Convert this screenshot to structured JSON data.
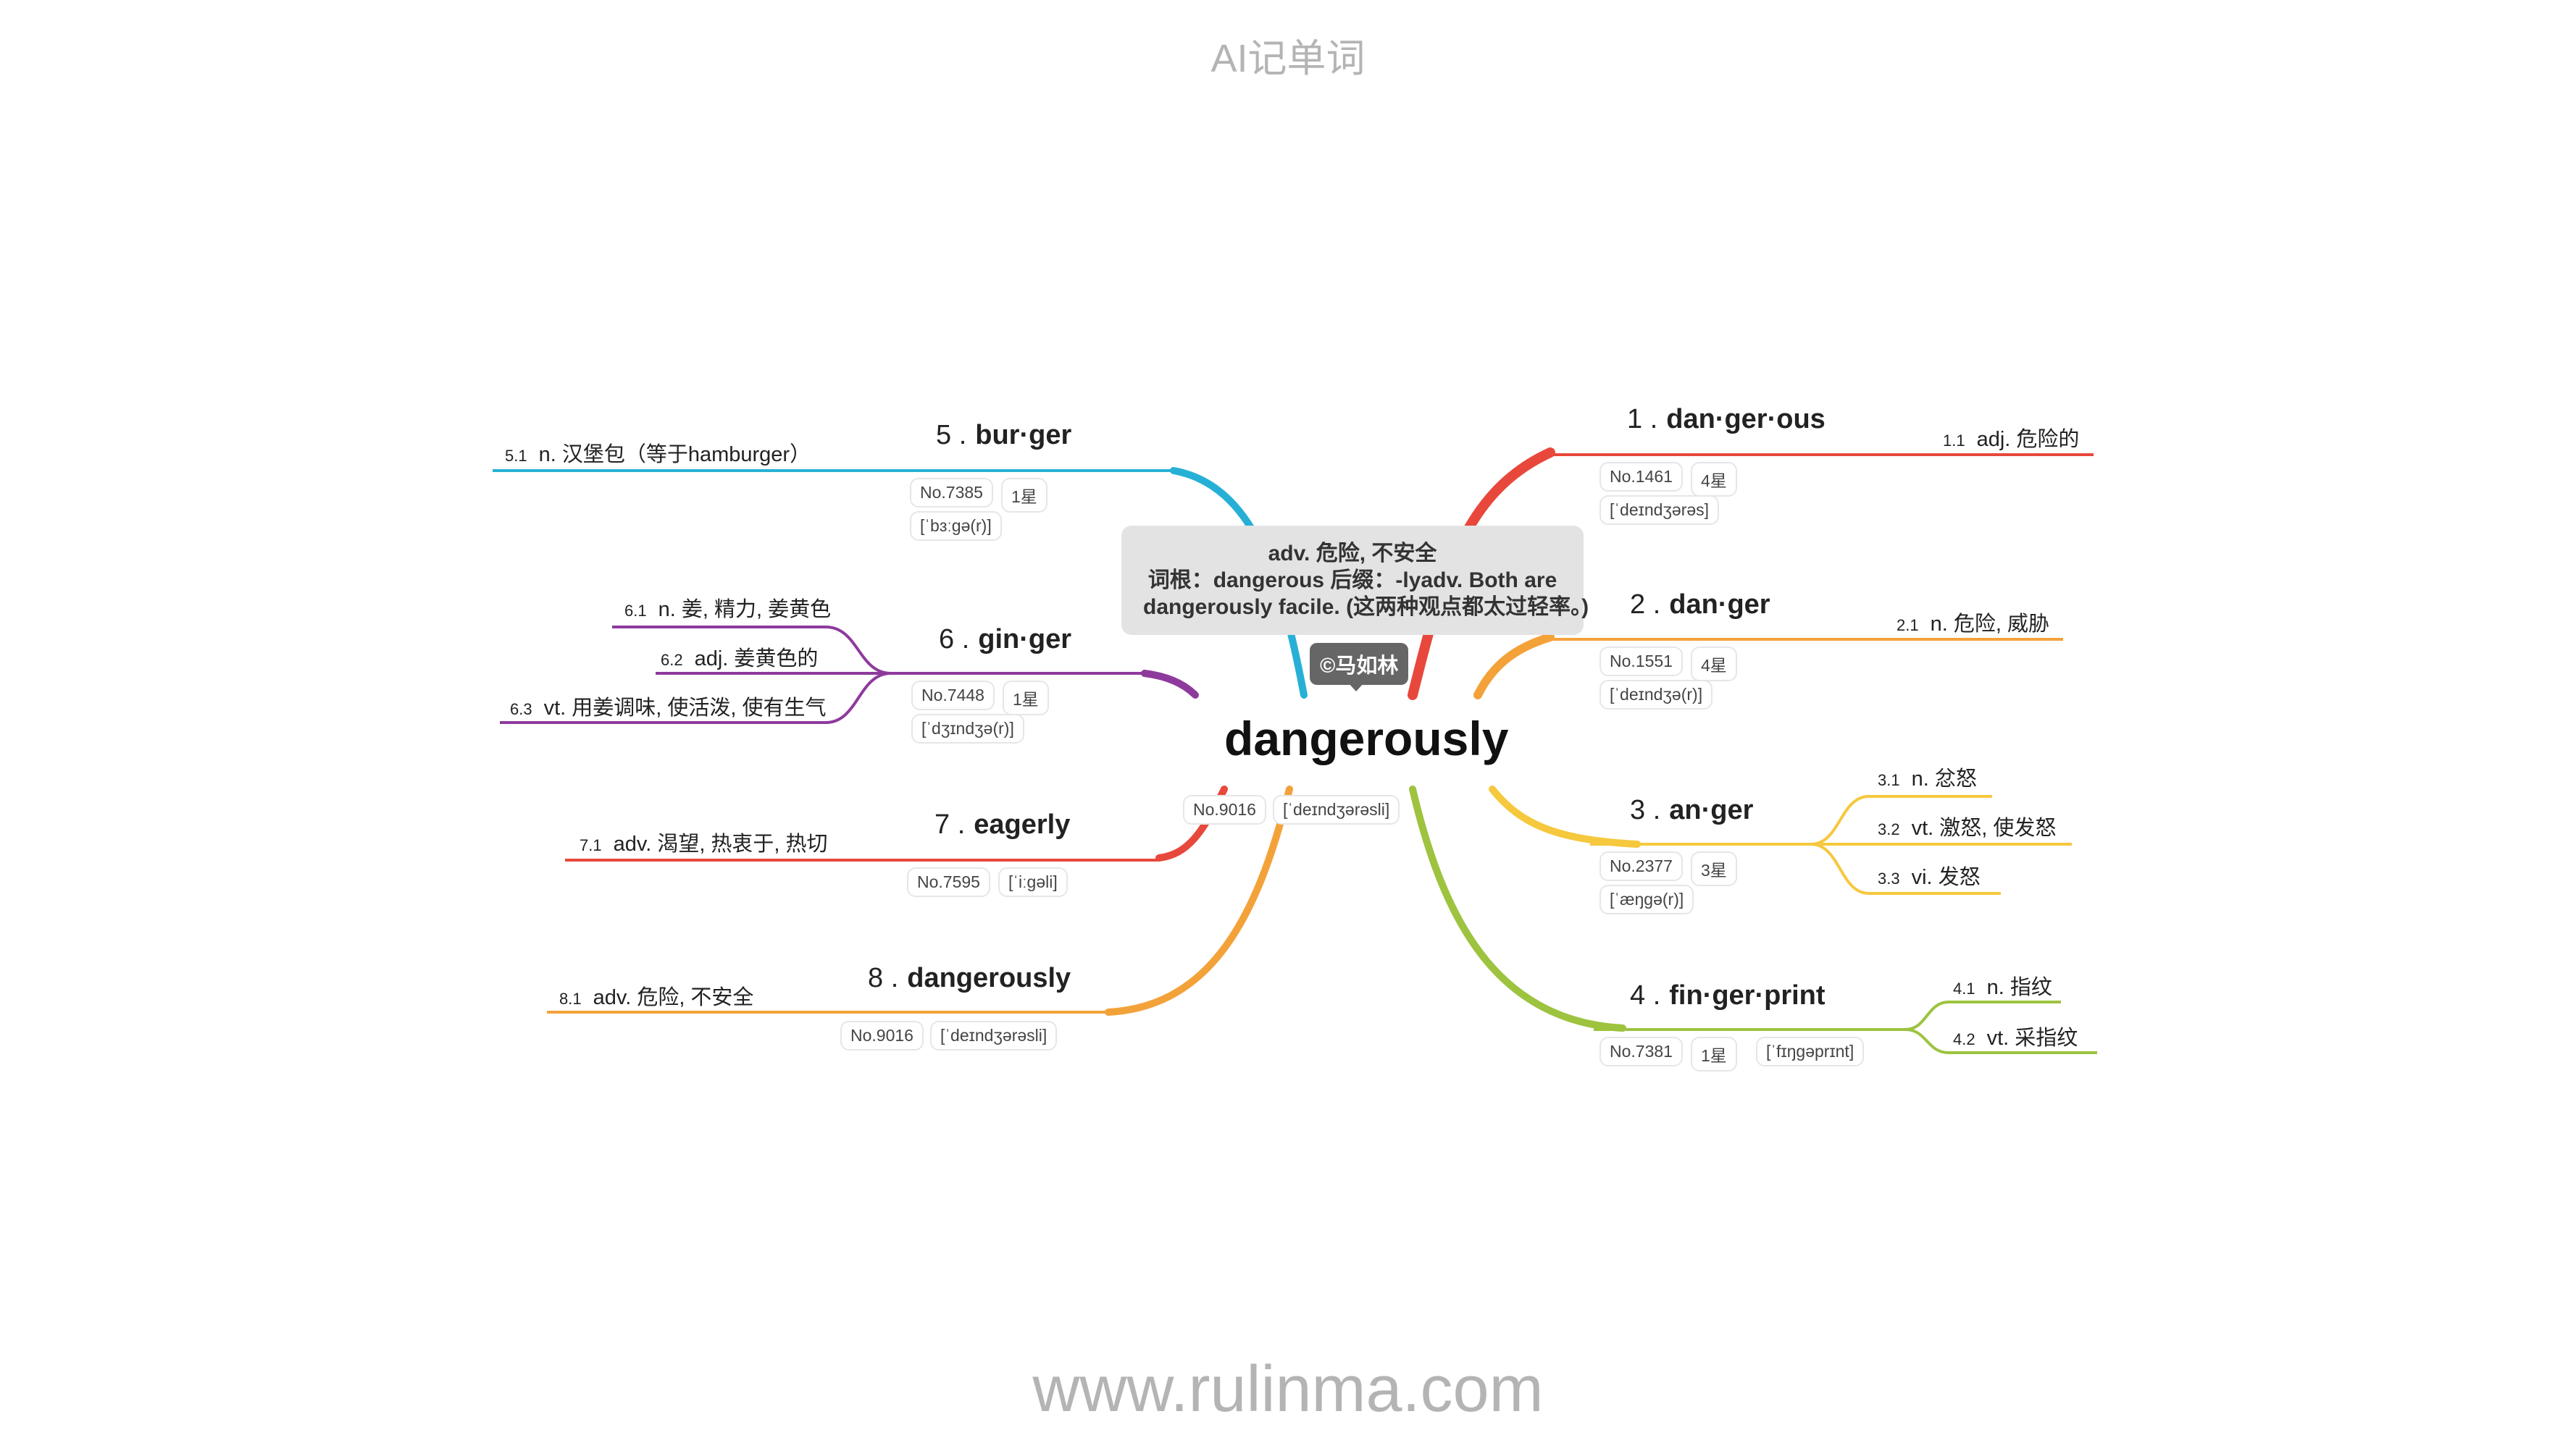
{
  "title": "AI记单词",
  "footer": "www.rulinma.com",
  "center": {
    "word": "dangerously",
    "no": "No.9016",
    "phonetic": "[ˈdeɪndʒərəsli]",
    "tooltip": {
      "line1": "adv. 危险, 不安全",
      "line2": "词根：dangerous 后缀：-lyadv. Both are",
      "line3": "dangerously facile. (这两种观点都太过轻率。)"
    },
    "badge": "©马如林"
  },
  "branches": [
    {
      "num": "1 .",
      "word": "dan·ger·ous",
      "no": "No.1461",
      "star": "4星",
      "phonetic": "[ˈdeɪndʒərəs]",
      "color": "#e8483c",
      "defs": [
        {
          "num": "1.1",
          "text": "adj. 危险的"
        }
      ]
    },
    {
      "num": "2 .",
      "word": "dan·ger",
      "no": "No.1551",
      "star": "4星",
      "phonetic": "[ˈdeɪndʒə(r)]",
      "color": "#f3a23a",
      "defs": [
        {
          "num": "2.1",
          "text": "n. 危险, 威胁"
        }
      ]
    },
    {
      "num": "3 .",
      "word": "an·ger",
      "no": "No.2377",
      "star": "3星",
      "phonetic": "[ˈæŋɡə(r)]",
      "color": "#f6c83e",
      "defs": [
        {
          "num": "3.1",
          "text": "n. 忿怒"
        },
        {
          "num": "3.2",
          "text": "vt. 激怒, 使发怒"
        },
        {
          "num": "3.3",
          "text": "vi. 发怒"
        }
      ]
    },
    {
      "num": "4 .",
      "word": "fin·ger·print",
      "no": "No.7381",
      "star": "1星",
      "phonetic": "[ˈfɪŋɡəprɪnt]",
      "color": "#9dc33f",
      "defs": [
        {
          "num": "4.1",
          "text": "n. 指纹"
        },
        {
          "num": "4.2",
          "text": "vt. 采指纹"
        }
      ]
    },
    {
      "num": "5 .",
      "word": "bur·ger",
      "no": "No.7385",
      "star": "1星",
      "phonetic": "[ˈbɜːɡə(r)]",
      "color": "#27b0d6",
      "defs": [
        {
          "num": "5.1",
          "text": "n. 汉堡包（等于hamburger）"
        }
      ]
    },
    {
      "num": "6 .",
      "word": "gin·ger",
      "no": "No.7448",
      "star": "1星",
      "phonetic": "[ˈdʒɪndʒə(r)]",
      "color": "#8e3a9d",
      "defs": [
        {
          "num": "6.1",
          "text": "n. 姜, 精力, 姜黄色"
        },
        {
          "num": "6.2",
          "text": "adj. 姜黄色的"
        },
        {
          "num": "6.3",
          "text": "vt. 用姜调味, 使活泼, 使有生气"
        }
      ]
    },
    {
      "num": "7 .",
      "word": "eagerly",
      "no": "No.7595",
      "phonetic": "[ˈiːɡəli]",
      "color": "#e8483c",
      "defs": [
        {
          "num": "7.1",
          "text": "adv. 渴望, 热衷于, 热切"
        }
      ]
    },
    {
      "num": "8 .",
      "word": "dangerously",
      "no": "No.9016",
      "phonetic": "[ˈdeɪndʒərəsli]",
      "color": "#f3a23a",
      "defs": [
        {
          "num": "8.1",
          "text": "adv. 危险, 不安全"
        }
      ]
    }
  ]
}
